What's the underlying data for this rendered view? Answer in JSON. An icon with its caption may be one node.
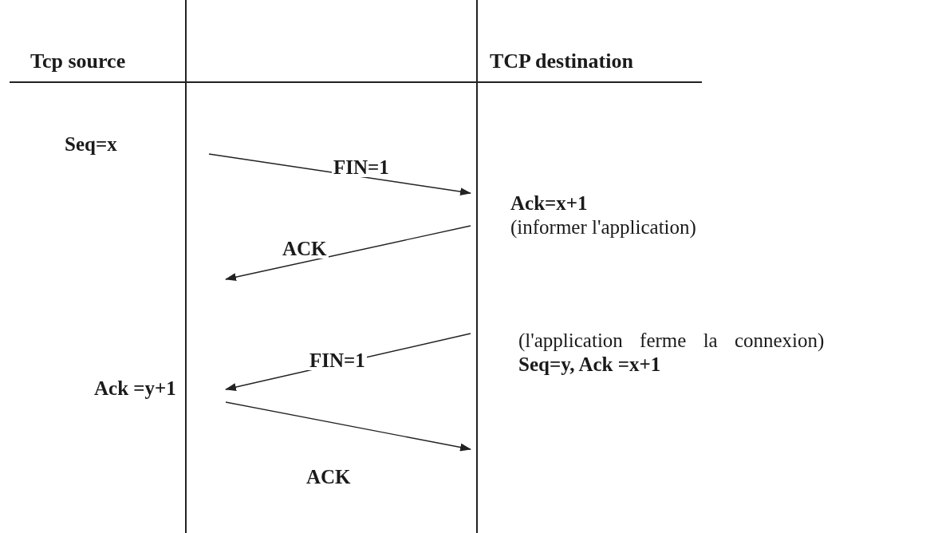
{
  "diagram": {
    "nodes": [
      {
        "text": [
          "Seq=x"
        ]
      },
      {
        "text": [
          "Ack=x+1",
          "(informer l'application)"
        ]
      },
      {
        "text": [
          "(l'application ferme la connexion)",
          "Seq=y, Ack =x+1"
        ]
      },
      {
        "text": [
          "Ack =y+1"
        ]
      }
    ],
    "edges": [
      {
        "from": null,
        "to": 1,
        "arrow": "to",
        "label": "FIN=1"
      },
      {
        "from": 1,
        "to": null,
        "arrow": "to",
        "label": "ACK"
      },
      {
        "from": 2,
        "to": null,
        "arrow": "to",
        "label": "FIN=1"
      },
      {
        "from": 3,
        "to": null,
        "arrow": "to",
        "label": "ACK"
      }
    ],
    "labels": [
      "Tcp source",
      "TCP destination"
    ]
  }
}
